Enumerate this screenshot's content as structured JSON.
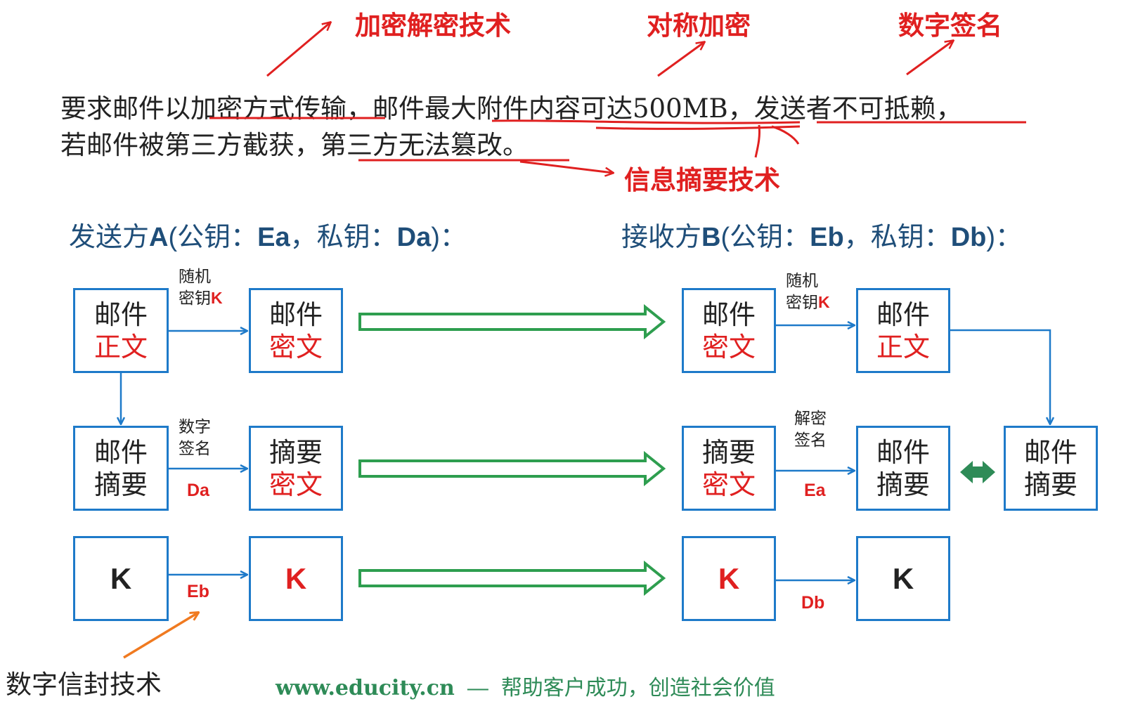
{
  "requirement": {
    "line1_parts": [
      "要求邮件以",
      "加密方式传输",
      "，邮件最大附件内容可达500MB，",
      "发送者不可抵赖",
      "，"
    ],
    "line2_parts": [
      "若邮件被第三方截获，",
      "第三方无法篡改",
      "。"
    ]
  },
  "annotations": {
    "encrypt": "加密解密技术",
    "symmetric": "对称加密",
    "signature": "数字签名",
    "digest": "信息摘要技术",
    "envelope": "数字信封技术"
  },
  "sender": {
    "prefix": "发送方",
    "name": "A",
    "pub_label": "(公钥：",
    "pub": "Ea",
    "priv_label": "，私钥：",
    "priv": "Da",
    "suffix": ")："
  },
  "receiver": {
    "prefix": "接收方",
    "name": "B",
    "pub_label": "(公钥：",
    "pub": "Eb",
    "priv_label": "，私钥：",
    "priv": "Db",
    "suffix": ")："
  },
  "boxes": {
    "s_mail_body": [
      "邮件",
      "正文"
    ],
    "s_mail_cipher": [
      "邮件",
      "密文"
    ],
    "s_mail_digest": [
      "邮件",
      "摘要"
    ],
    "s_digest_cipher": [
      "摘要",
      "密文"
    ],
    "s_k1": "K",
    "s_k2": "K",
    "r_mail_cipher": [
      "邮件",
      "密文"
    ],
    "r_mail_body": [
      "邮件",
      "正文"
    ],
    "r_digest_cipher": [
      "摘要",
      "密文"
    ],
    "r_mail_digest": [
      "邮件",
      "摘要"
    ],
    "r_mail_digest2": [
      "邮件",
      "摘要"
    ],
    "r_k1": "K",
    "r_k2": "K"
  },
  "edge_labels": {
    "random_key_1": "随机",
    "random_key_2": "密钥",
    "random_key_k": "K",
    "sign_1": "数字",
    "sign_2": "签名",
    "sign_key": "Da",
    "env_key": "Eb",
    "r_random_key_1": "随机",
    "r_random_key_2": "密钥",
    "r_random_key_k": "K",
    "decrypt_sign_1": "解密",
    "decrypt_sign_2": "签名",
    "decrypt_sign_key": "Ea",
    "r_env_key": "Db"
  },
  "footer": {
    "site": "www.educity.cn",
    "dash": "—",
    "slogan": "帮助客户成功，创造社会价值"
  },
  "colors": {
    "box_border": "#1e7ac9",
    "arrow_blue": "#1e7ac9",
    "transfer_arrow": "#2e9e4f",
    "annotation_red": "#e02020",
    "envelope_arrow": "#f07a20",
    "party_text": "#1f4e79"
  }
}
